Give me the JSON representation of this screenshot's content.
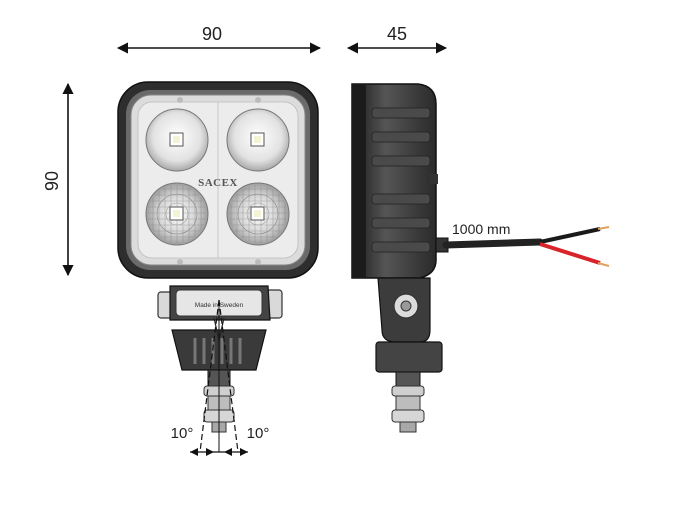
{
  "dimensions": {
    "front_width": "90",
    "side_depth": "45",
    "front_height": "90",
    "cable_length": "1000 mm",
    "tilt_left": "10°",
    "tilt_right": "10°"
  },
  "labels": {
    "brand": "SACEX",
    "bracket_text": "Made in Sweden"
  },
  "colors": {
    "housing": "#3a3a3a",
    "housing_dark": "#1e1e1e",
    "lens_white": "#f4f4f4",
    "cable_red": "#d8232a",
    "cable_black": "#1a1a1a",
    "cable_tip": "#e0a060"
  }
}
